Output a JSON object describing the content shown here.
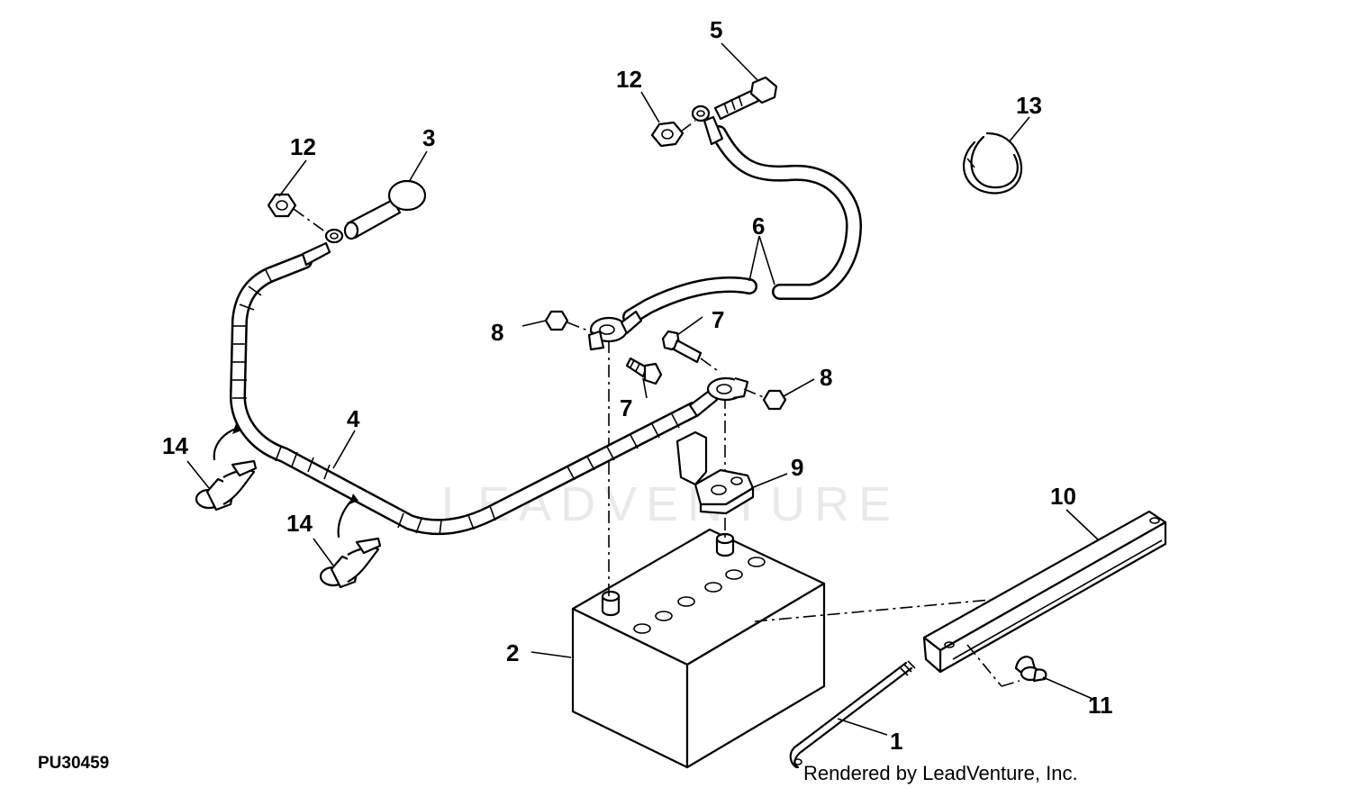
{
  "watermark": "LEADVENTURE",
  "figure_id": "PU30459",
  "credit": "Rendered by LeadVenture, Inc.",
  "callouts": {
    "c1": "1",
    "c2": "2",
    "c3": "3",
    "c4": "4",
    "c5": "5",
    "c6": "6",
    "c7a": "7",
    "c7b": "7",
    "c8a": "8",
    "c8b": "8",
    "c9": "9",
    "c10": "10",
    "c11": "11",
    "c12a": "12",
    "c12b": "12",
    "c13": "13",
    "c14a": "14",
    "c14b": "14"
  }
}
